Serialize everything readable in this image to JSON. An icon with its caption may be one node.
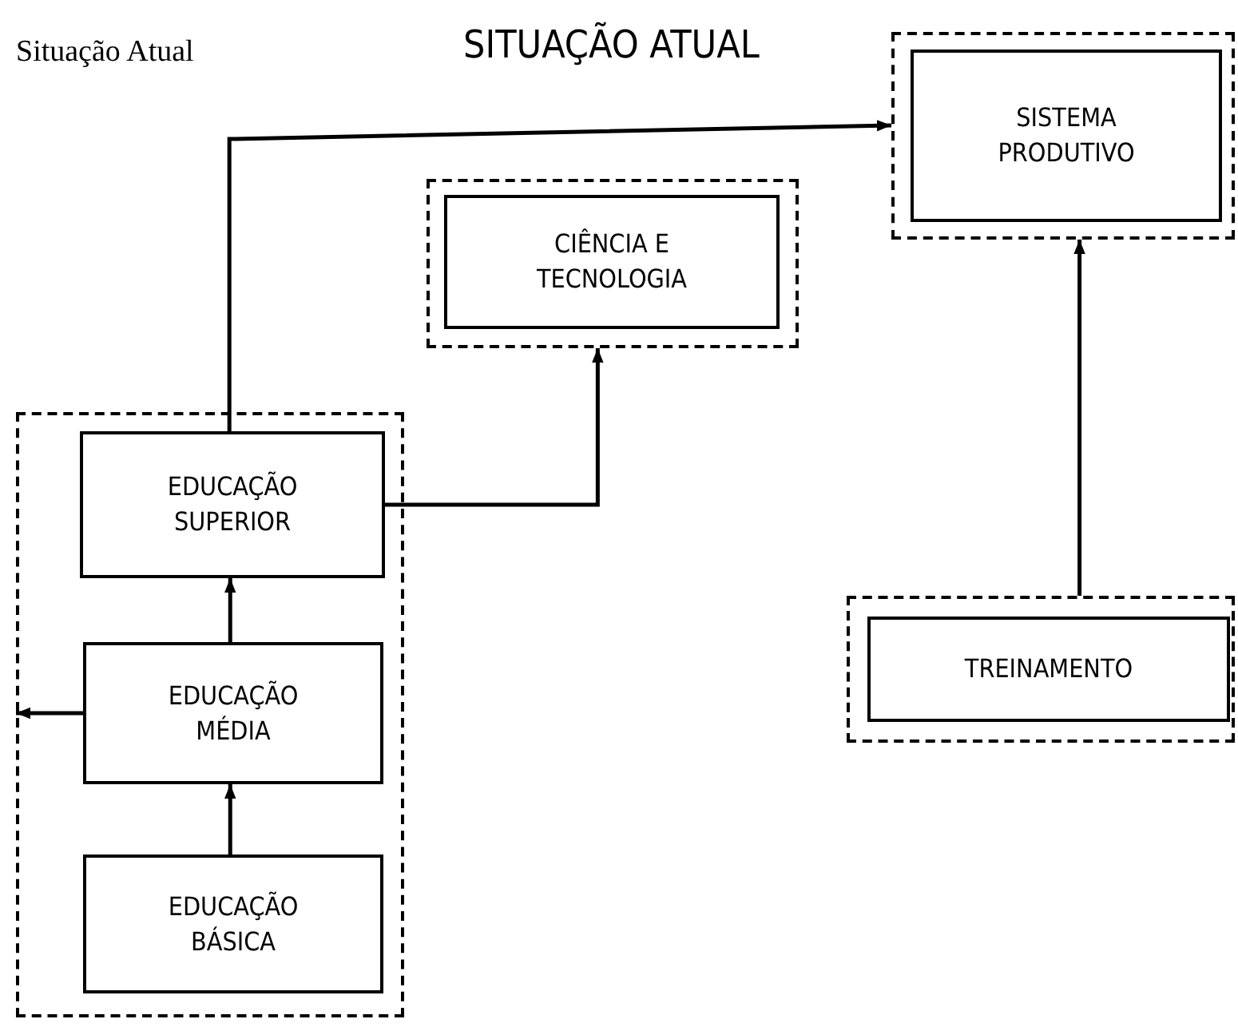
{
  "diagram": {
    "title": "SITUAÇÃO ATUAL",
    "nodes": [
      {
        "text": [],
        "shape": "box"
      },
      {
        "text": [
          "EDUCAÇÃO SUPERIOR"
        ],
        "in": 0
      },
      {
        "text": [
          "EDUCAÇÃO MÉDIA"
        ],
        "in": 0
      },
      {
        "text": [
          "EDUCAÇÃO BÁSICA"
        ],
        "in": 0
      },
      {
        "text": [],
        "shape": "box"
      },
      {
        "text": [
          "CIÊNCIA E TECNOLOGIA"
        ],
        "in": 4
      },
      {
        "text": [],
        "shape": "box"
      },
      {
        "text": [
          "SISTEMA PRODUTIVO"
        ],
        "in": 6
      },
      {
        "text": [],
        "shape": "box"
      },
      {
        "text": [
          "TREINAMENTO"
        ],
        "in": 8
      }
    ],
    "edges": [
      {
        "from": 1,
        "to": 6,
        "arrow": "to"
      },
      {
        "from": 1,
        "to": 4,
        "arrow": "to"
      },
      {
        "from": 2,
        "to": 1,
        "arrow": "to"
      },
      {
        "from": 3,
        "to": 2,
        "arrow": "to"
      },
      {
        "from": 2,
        "to": 0,
        "arrow": "to"
      },
      {
        "from": 8,
        "to": 6,
        "arrow": "to"
      }
    ],
    "labels": [
      "Situação Atual"
    ]
  }
}
